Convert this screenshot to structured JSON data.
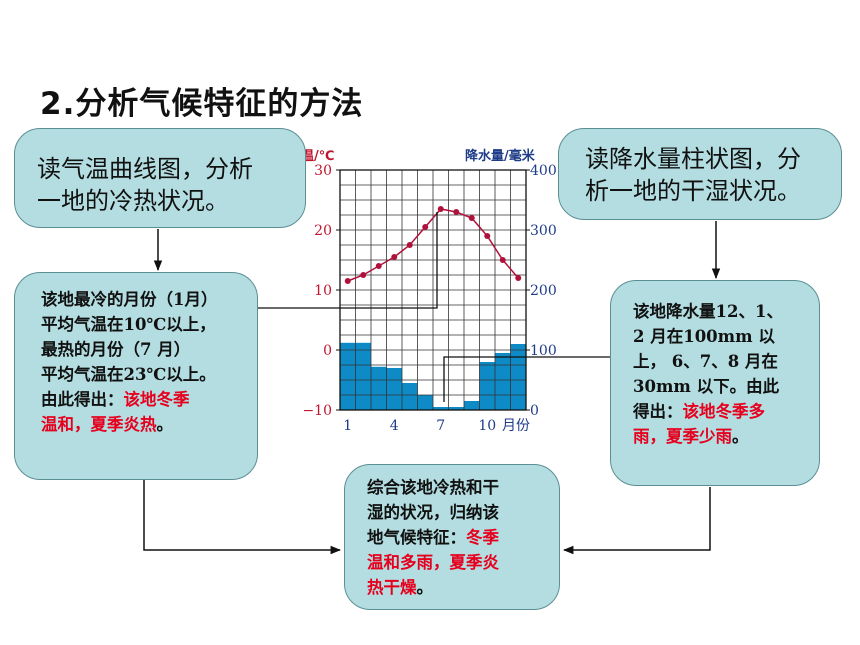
{
  "title": "2.分析气候特征的方法",
  "box_read_temp": {
    "line1": "读气温曲线图，分析",
    "line2": "一地的冷热状况。"
  },
  "box_read_precip": {
    "line1": "读降水量柱状图，分",
    "line2": "析一地的干湿状况。"
  },
  "box_temp_analysis": {
    "lines": [
      "该地最冷的月份（1月）",
      "平均气温在10℃以上，",
      "最热的月份（7 月）",
      "平均气温在23℃以上。",
      "由此得出："
    ],
    "conclusion_part1": "该地冬季",
    "conclusion_part2": "温和，夏季炎热",
    "end": "。"
  },
  "box_precip_analysis": {
    "lines": [
      "该地降水量12、1、",
      "2 月在100mm 以",
      "上， 6、7、8 月在",
      "30mm 以下。由此",
      "得出："
    ],
    "conclusion_part1": "该地冬季多",
    "conclusion_part2": "雨，夏季少雨",
    "end": "。"
  },
  "box_summary": {
    "lines": [
      "综合该地冷热和干",
      "湿的状况，归纳该"
    ],
    "line3_prefix": "地气候特征：",
    "line3_red": "冬季",
    "line4_red": "温和多雨，夏季炎",
    "line5_red": "热干燥",
    "end": "。"
  },
  "colors": {
    "box_fill": "#b3dde0",
    "temp_line": "#b0113a",
    "precip_bar": "#0e8ac6",
    "axis_blue": "#1f3c88",
    "axis_red": "#c0152f"
  },
  "chart_data": {
    "type": "bar+line",
    "left_axis_label": "气温/℃",
    "right_axis_label": "降水量/毫米",
    "x_axis_label": "月份",
    "x_tick_labels": [
      "1",
      "4",
      "7",
      "10"
    ],
    "left_ticks": [
      "30",
      "20",
      "10",
      "0",
      "−10"
    ],
    "right_ticks": [
      "400",
      "300",
      "200",
      "100",
      "0"
    ],
    "left_range": [
      -10,
      30
    ],
    "right_range": [
      0,
      400
    ],
    "months": [
      1,
      2,
      3,
      4,
      5,
      6,
      7,
      8,
      9,
      10,
      11,
      12
    ],
    "temperature": [
      11.5,
      12.5,
      14,
      15.5,
      17.5,
      20.5,
      23.5,
      23,
      22,
      19,
      15,
      12
    ],
    "precipitation": [
      112,
      112,
      72,
      70,
      45,
      25,
      5,
      5,
      15,
      80,
      95,
      110
    ]
  }
}
